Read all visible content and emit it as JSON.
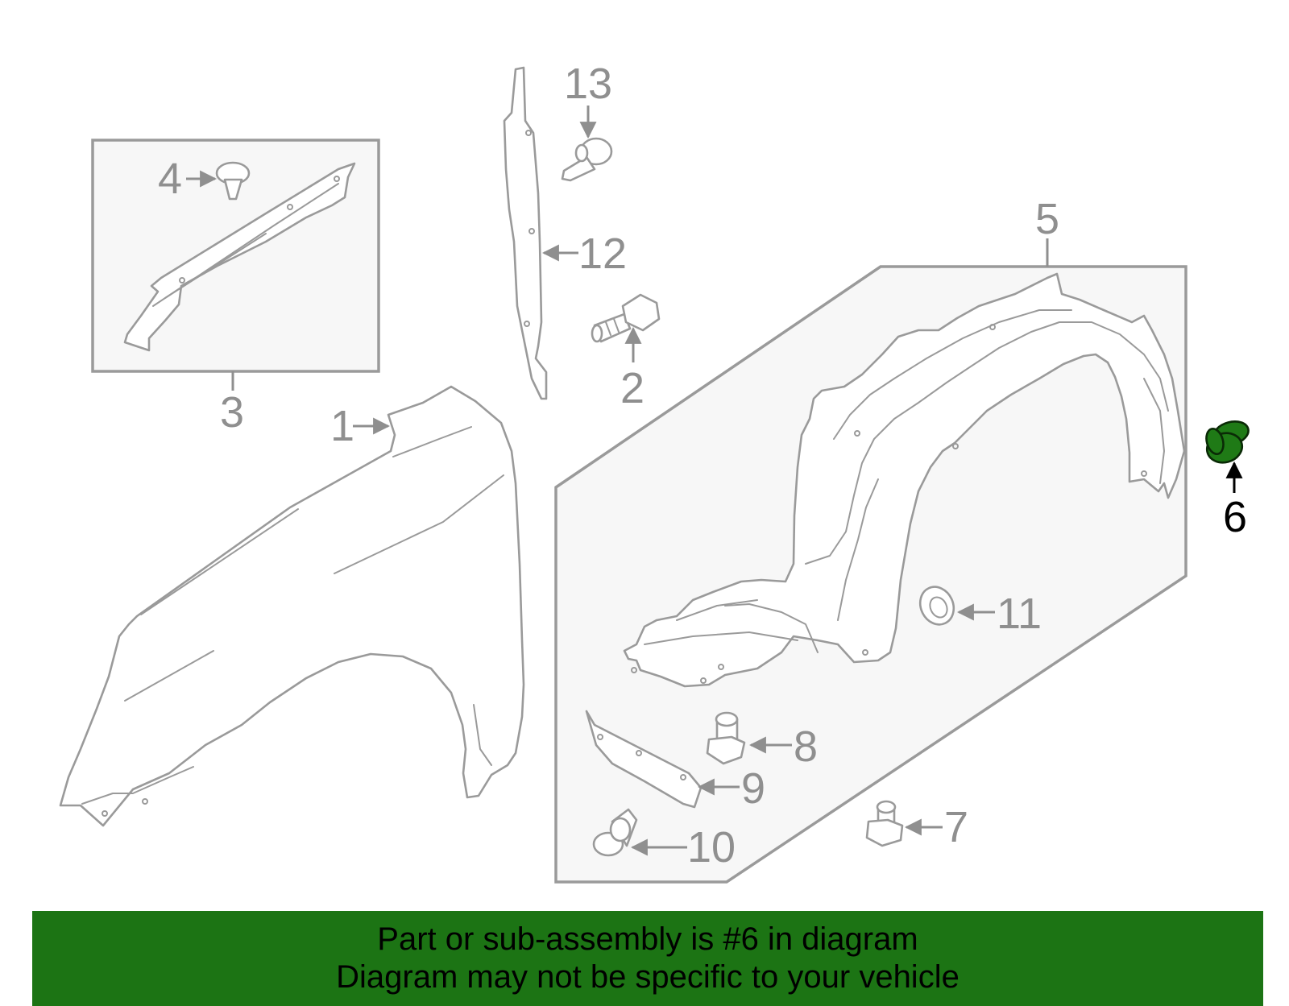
{
  "diagram": {
    "callouts": [
      "1",
      "2",
      "3",
      "4",
      "5",
      "6",
      "7",
      "8",
      "9",
      "10",
      "11",
      "12",
      "13"
    ],
    "highlighted_part": "6",
    "colors": {
      "highlight_fill": "#1f7a16",
      "banner_bg": "#1c7414",
      "line_gray": "#9a9a9a",
      "box_fill": "#f7f7f7"
    }
  },
  "banner": {
    "line1": "Part or sub-assembly is #6 in diagram",
    "line2": "Diagram may not be specific to your vehicle"
  }
}
